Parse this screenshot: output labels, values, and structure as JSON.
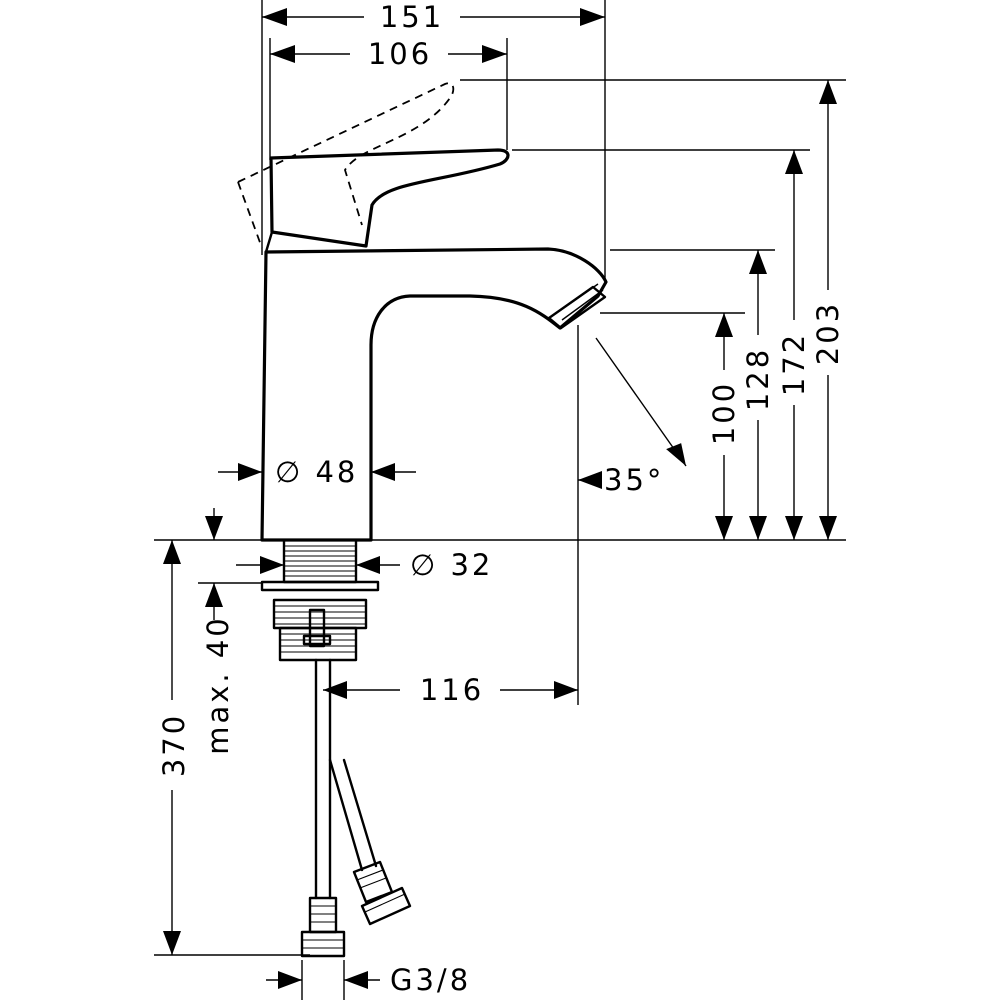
{
  "dimensions": {
    "overall_width": "151",
    "lever_width": "106",
    "spout_reach": "116",
    "height_total": "203",
    "height_lever": "172",
    "height_spout_top": "128",
    "height_outlet": "100",
    "body_diameter": "∅ 48",
    "thread_diameter": "∅ 32",
    "angle": "35°",
    "max_deck": "max. 40",
    "hose_length": "370",
    "connection": "G3/8"
  }
}
